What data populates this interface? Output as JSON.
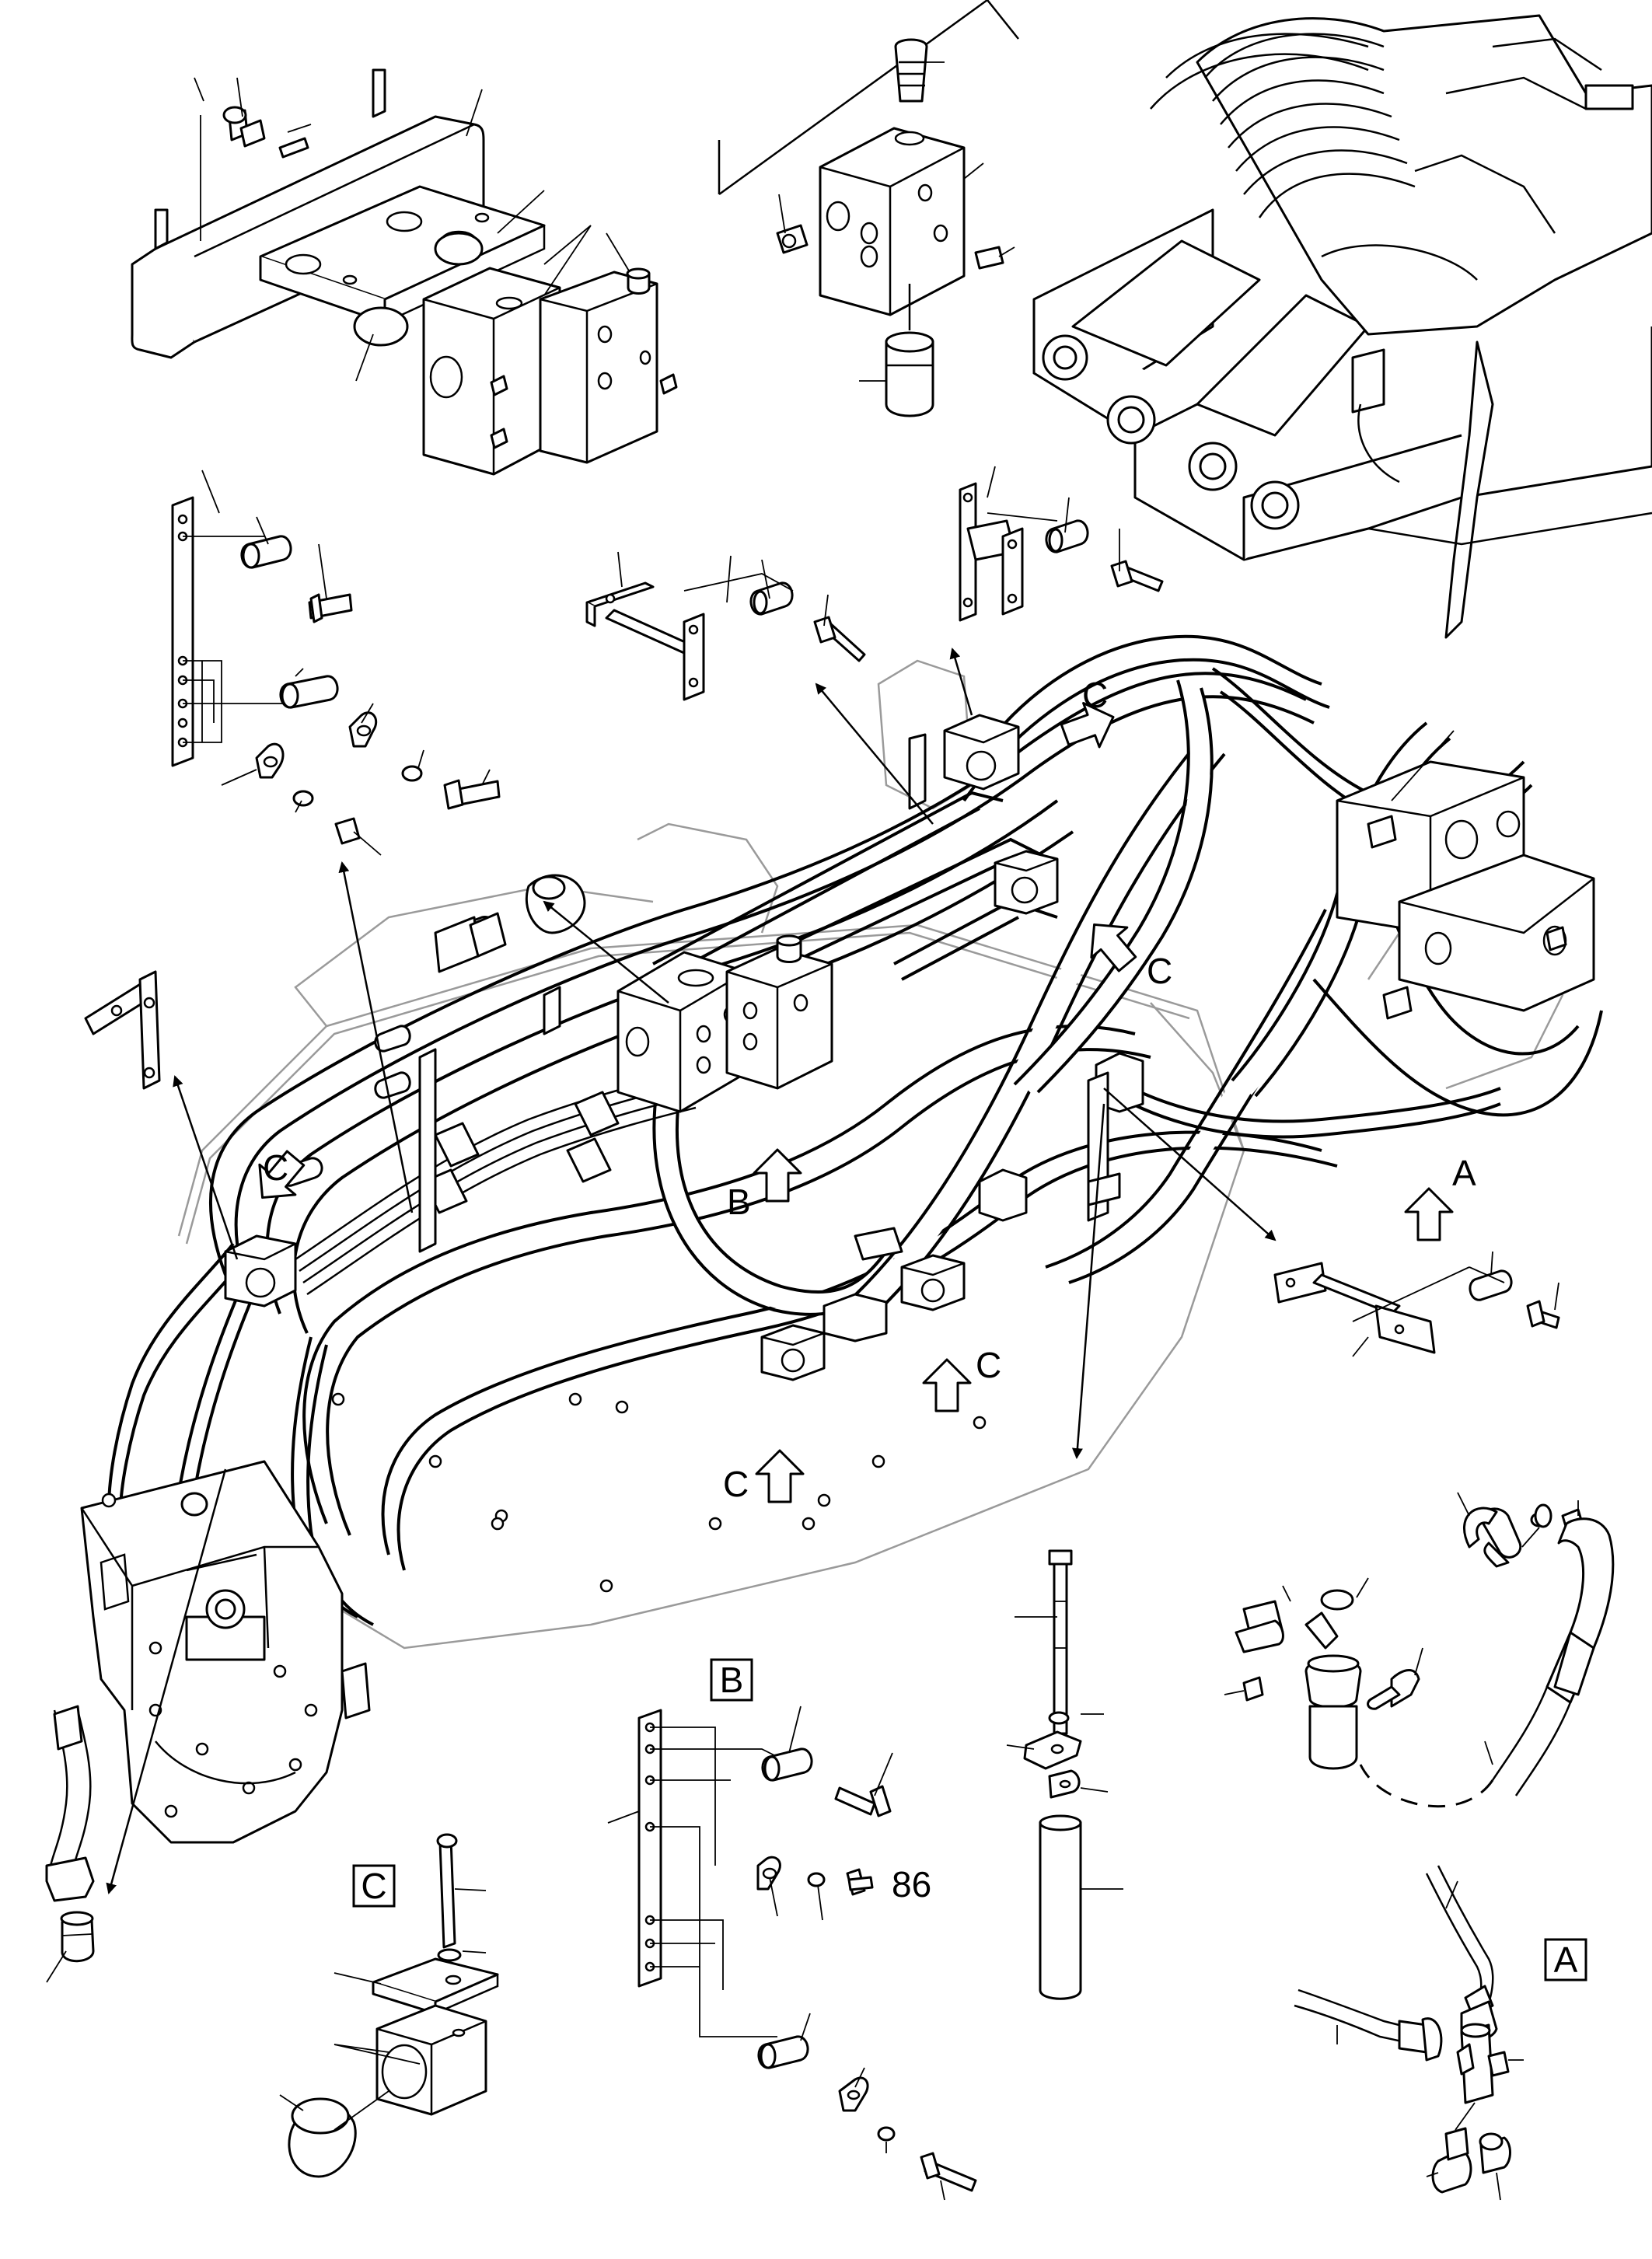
{
  "views": {
    "detail_b": {
      "letter": "B"
    },
    "detail_c": {
      "letter": "C"
    },
    "detail_a": {
      "letter": "A"
    }
  },
  "callouts": {
    "c": "C",
    "b": "B",
    "a": "A",
    "item_86": "86"
  },
  "icons": {
    "view_arrow": "hollow-block-arrow",
    "leader_arrow": "filled-arrowhead"
  },
  "colors": {
    "line": "#000000",
    "hidden_line": "#9a9a9a",
    "background": "#ffffff"
  }
}
